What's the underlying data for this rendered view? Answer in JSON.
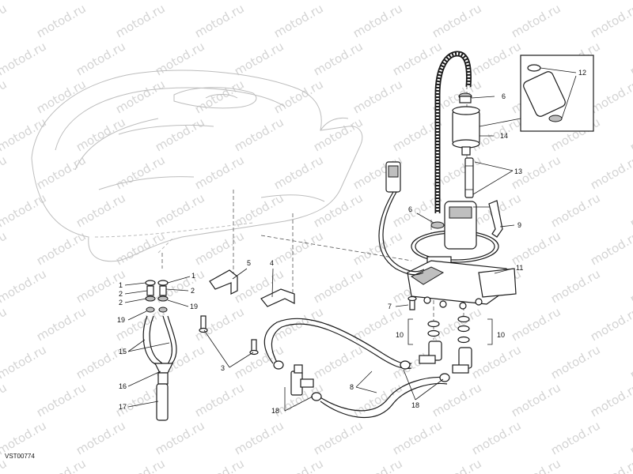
{
  "watermark": {
    "text": "motod.ru"
  },
  "drawing_code": "VST00774",
  "callouts": {
    "c1": "1",
    "c2": "2",
    "c3": "3",
    "c4": "4",
    "c5": "5",
    "c6": "6",
    "c7": "7",
    "c8": "8",
    "c9": "9",
    "c10": "10",
    "c11": "11",
    "c12": "12",
    "c13": "13",
    "c14": "14",
    "c15": "15",
    "c16": "16",
    "c17": "17",
    "c18": "18",
    "c19": "19"
  }
}
